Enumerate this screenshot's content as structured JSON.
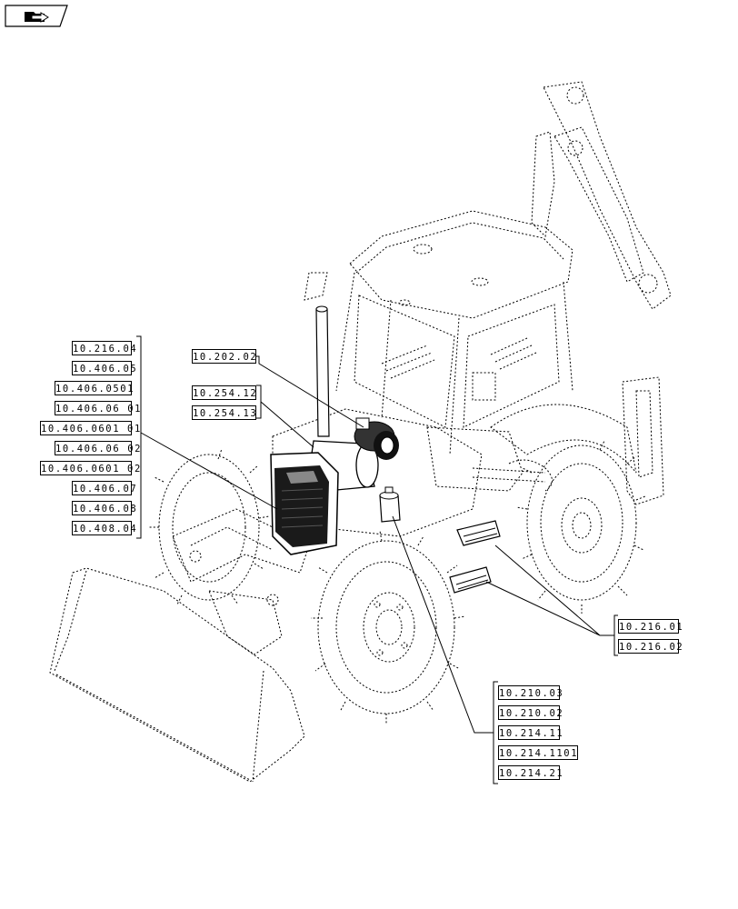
{
  "nav": {
    "icon": "arrow-folder-icon"
  },
  "groups": {
    "left": [
      "10.216.04",
      "10.406.05",
      "10.406.0501",
      "10.406.06 01",
      "10.406.0601 01",
      "10.406.06 02",
      "10.406.0601 02",
      "10.406.07",
      "10.406.08",
      "10.408.04"
    ],
    "exhaust": [
      "10.202.02"
    ],
    "air_filter": [
      "10.254.12",
      "10.254.13"
    ],
    "steps": [
      "10.216.01",
      "10.216.02"
    ],
    "fuel": [
      "10.210.03",
      "10.210.02",
      "10.214.11",
      "10.214.1101",
      "10.214.21"
    ]
  },
  "colors": {
    "ink": "#000000",
    "paper": "#ffffff",
    "component_dark": "#1a1a1a"
  }
}
